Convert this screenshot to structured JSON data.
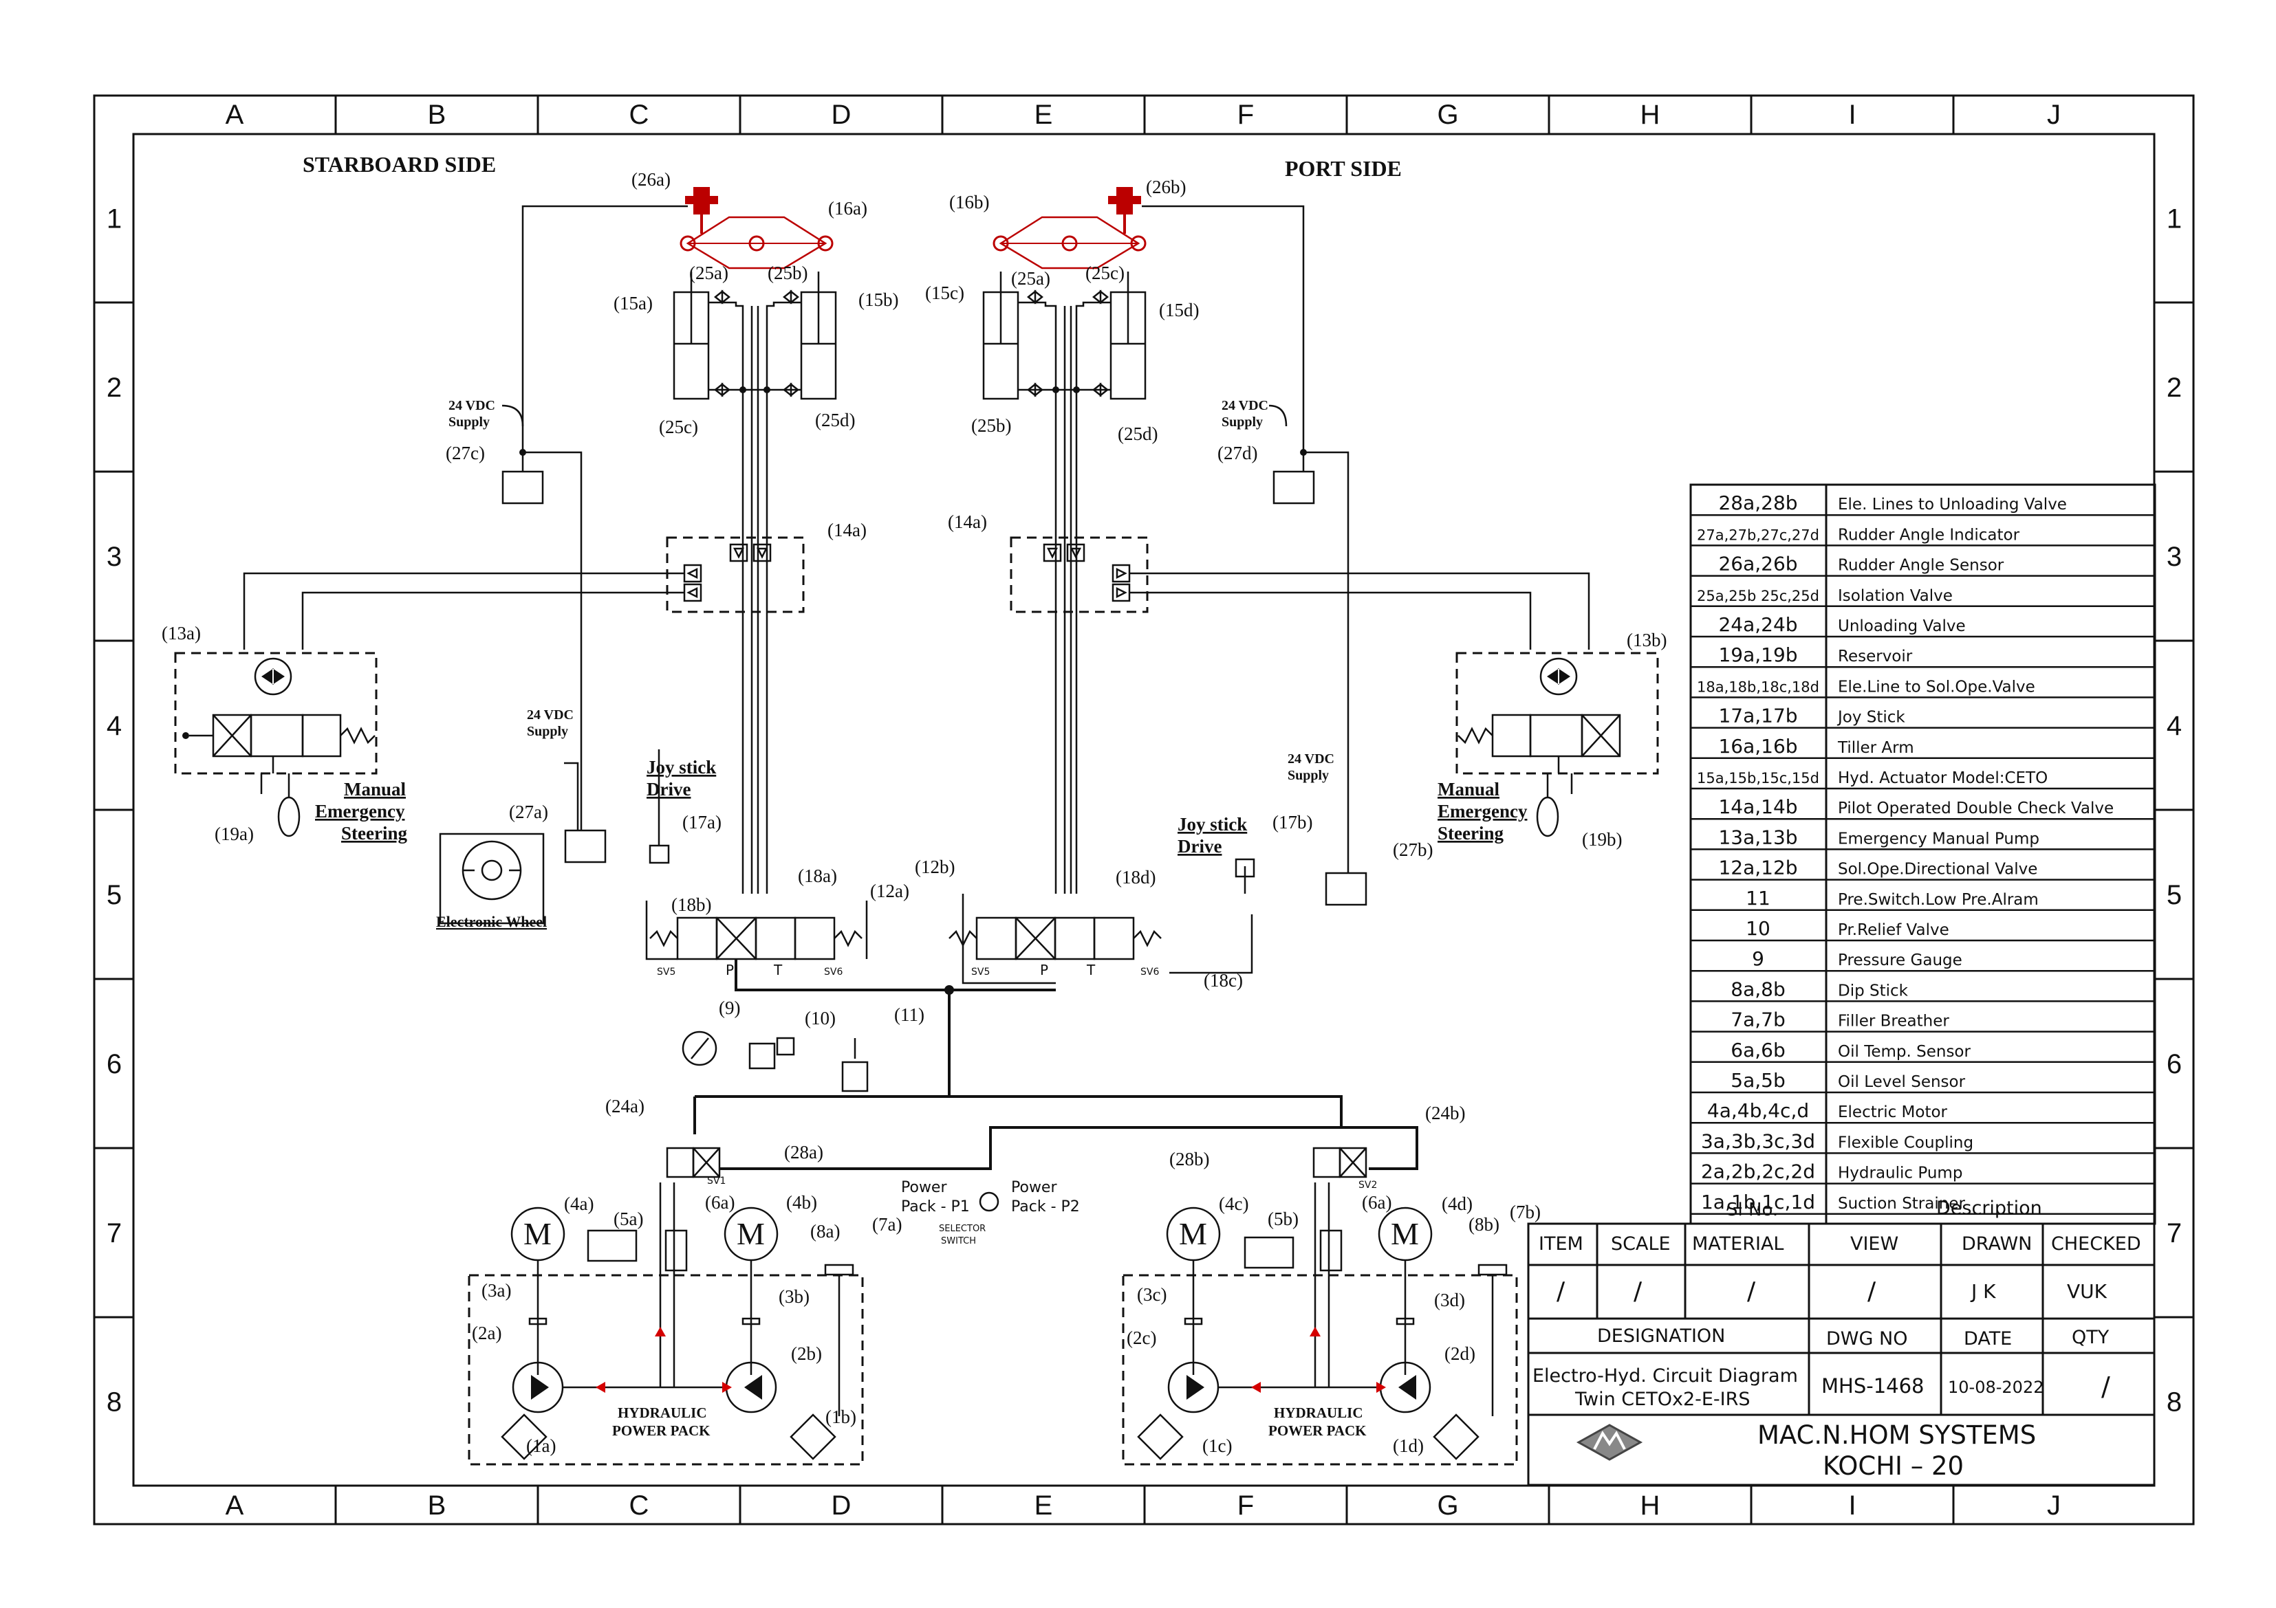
{
  "grid": {
    "columns": [
      "A",
      "B",
      "C",
      "D",
      "E",
      "F",
      "G",
      "H",
      "I",
      "J"
    ],
    "rows": [
      "1",
      "2",
      "3",
      "4",
      "5",
      "6",
      "7",
      "8"
    ]
  },
  "headings": {
    "starboard": "STARBOARD SIDE",
    "port": "PORT SIDE"
  },
  "notes": {
    "supply": [
      "24 VDC",
      "Supply"
    ],
    "manual_emergency": [
      "Manual",
      "Emergency",
      "Steering"
    ],
    "joystick": [
      "Joy stick",
      "Drive"
    ],
    "electronic_wheel": "Electronic Wheel",
    "hydraulic_power_pack": [
      "HYDRAULIC",
      "POWER PACK"
    ],
    "power_pack_p1": [
      "Power",
      "Pack - P1"
    ],
    "power_pack_p2": [
      "Power",
      "Pack - P2"
    ],
    "selector_switch": [
      "SELECTOR",
      "SWITCH"
    ],
    "sv": [
      "SV5",
      "SV6",
      "SV1",
      "SV2"
    ],
    "port_letters": [
      "P",
      "T"
    ],
    "motor_symbol": "M"
  },
  "tags": {
    "t26a": "(26a)",
    "t16a": "(16a)",
    "t25a_l": "(25a)",
    "t25b_l": "(25b)",
    "t15a": "(15a)",
    "t15b": "(15b)",
    "t25c_l": "(25c)",
    "t25d_l": "(25d)",
    "t16b": "(16b)",
    "t26b": "(26b)",
    "t25a_r": "(25a)",
    "t25c_r": "(25c)",
    "t15c": "(15c)",
    "t15d": "(15d)",
    "t25b_r": "(25b)",
    "t25d_r": "(25d)",
    "t27c": "(27c)",
    "t27d": "(27d)",
    "t14a_l": "(14a)",
    "t14a_r": "(14a)",
    "t13a": "(13a)",
    "t13b": "(13b)",
    "t19a": "(19a)",
    "t19b": "(19b)",
    "t27a": "(27a)",
    "t27b": "(27b)",
    "t17a": "(17a)",
    "t17b": "(17b)",
    "t18a": "(18a)",
    "t18b": "(18b)",
    "t18c": "(18c)",
    "t18d": "(18d)",
    "t12a": "(12a)",
    "t12b": "(12b)",
    "t9": "(9)",
    "t10": "(10)",
    "t11": "(11)",
    "t24a": "(24a)",
    "t24b": "(24b)",
    "t28a": "(28a)",
    "t28b": "(28b)",
    "t4a": "(4a)",
    "t5a": "(5a)",
    "t6a_l": "(6a)",
    "t4b": "(4b)",
    "t8a": "(8a)",
    "t7a": "(7a)",
    "t3a": "(3a)",
    "t3b": "(3b)",
    "t2a": "(2a)",
    "t2b": "(2b)",
    "t1a": "(1a)",
    "t1b": "(1b)",
    "t4c": "(4c)",
    "t5b": "(5b)",
    "t6a_r": "(6a)",
    "t4d": "(4d)",
    "t8b": "(8b)",
    "t7b": "(7b)",
    "t3c": "(3c)",
    "t3d": "(3d)",
    "t2c": "(2c)",
    "t2d": "(2d)",
    "t1c": "(1c)",
    "t1d": "(1d)"
  },
  "parts_list": [
    {
      "no": "28a,28b",
      "desc": "Ele. Lines to Unloading Valve"
    },
    {
      "no": "27a,27b,27c,27d",
      "desc": "Rudder Angle Indicator"
    },
    {
      "no": "26a,26b",
      "desc": "Rudder Angle Sensor"
    },
    {
      "no": "25a,25b 25c,25d",
      "desc": "Isolation   Valve"
    },
    {
      "no": "24a,24b",
      "desc": "Unloading Valve"
    },
    {
      "no": "19a,19b",
      "desc": "Reservoir"
    },
    {
      "no": "18a,18b,18c,18d",
      "desc": "Ele.Line to Sol.Ope.Valve"
    },
    {
      "no": "17a,17b",
      "desc": "Joy  Stick"
    },
    {
      "no": "16a,16b",
      "desc": "Tiller  Arm"
    },
    {
      "no": "15a,15b,15c,15d",
      "desc": "Hyd. Actuator Model:CETO"
    },
    {
      "no": "14a,14b",
      "desc": "Pilot Operated Double Check Valve"
    },
    {
      "no": "13a,13b",
      "desc": "Emergency Manual Pump"
    },
    {
      "no": "12a,12b",
      "desc": "Sol.Ope.Directional Valve"
    },
    {
      "no": "11",
      "desc": "Pre.Switch.Low Pre.Alram"
    },
    {
      "no": "10",
      "desc": "Pr.Relief  Valve"
    },
    {
      "no": "9",
      "desc": "Pressure Gauge"
    },
    {
      "no": "8a,8b",
      "desc": "Dip  Stick"
    },
    {
      "no": "7a,7b",
      "desc": "Filler  Breather"
    },
    {
      "no": "6a,6b",
      "desc": "Oil  Temp.  Sensor"
    },
    {
      "no": "5a,5b",
      "desc": "Oil  Level  Sensor"
    },
    {
      "no": "4a,4b,4c,d",
      "desc": "Electric  Motor"
    },
    {
      "no": "3a,3b,3c,3d",
      "desc": "Flexible  Coupling"
    },
    {
      "no": "2a,2b,2c,2d",
      "desc": "Hydraulic  Pump"
    },
    {
      "no": "1a,1b,1c,1d",
      "desc": "Suction  Strainer"
    }
  ],
  "parts_header": {
    "no": "Sl No.",
    "desc": "Description"
  },
  "title_block": {
    "headers": [
      "ITEM",
      "SCALE",
      "MATERIAL",
      "VIEW",
      "DRAWN",
      "CHECKED"
    ],
    "values": [
      "/",
      "/",
      "/",
      "/",
      "J K",
      "VUK"
    ],
    "designation_label": "DESIGNATION",
    "dwg_no_label": "DWG   NO",
    "date_label": "DATE",
    "qty_label": "QTY",
    "designation": [
      "Electro-Hyd. Circuit Diagram",
      "Twin CETOx2-E-IRS"
    ],
    "dwg_no": "MHS-1468",
    "date": "10-08-2022",
    "qty": "/",
    "company": [
      "MAC.N.HOM  SYSTEMS",
      "KOCHI  –  20"
    ]
  }
}
